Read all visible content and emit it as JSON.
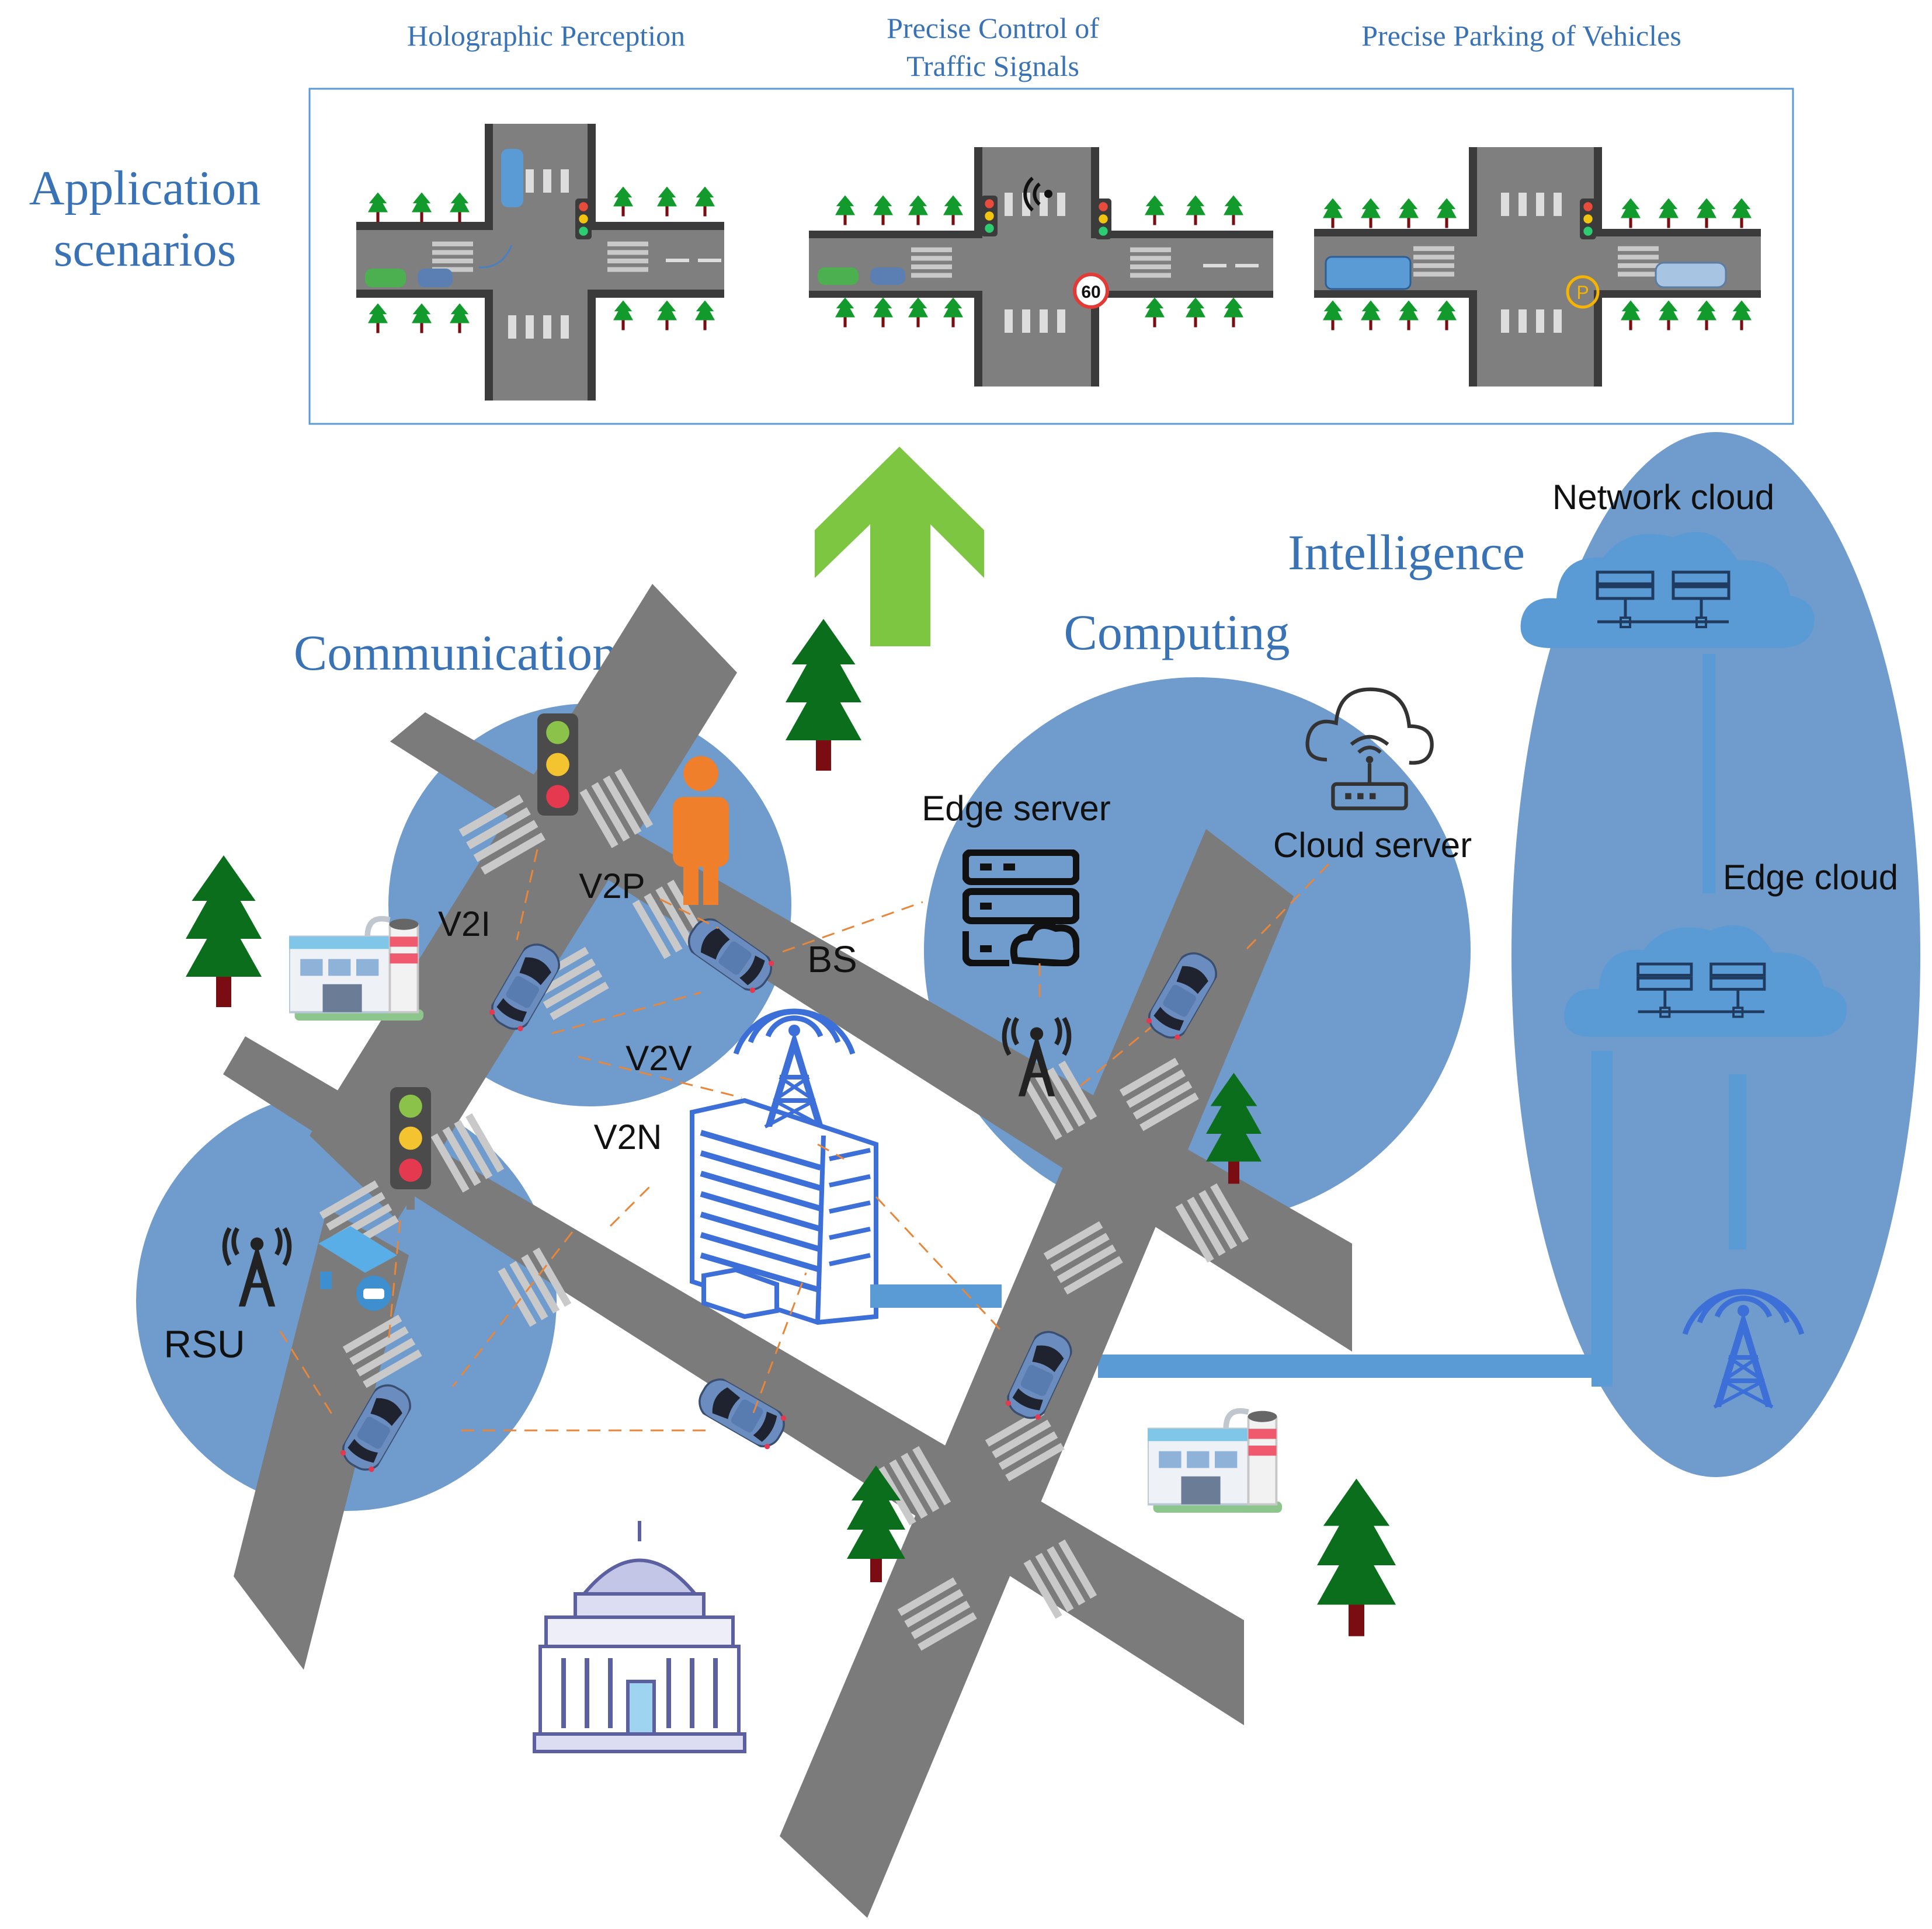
{
  "scenarios": {
    "title_line1": "Application",
    "title_line2": "scenarios",
    "items": [
      {
        "label_line1": "Holographic Perception",
        "label_line2": ""
      },
      {
        "label_line1": "Precise Control of",
        "label_line2": "Traffic Signals"
      },
      {
        "label_line1": "Precise Parking of Vehicles",
        "label_line2": ""
      }
    ],
    "speed_limit": "60",
    "parking_sign": "P"
  },
  "layers": {
    "communication": "Communication",
    "computing": "Computing",
    "intelligence": "Intelligence"
  },
  "links": {
    "v2p": "V2P",
    "v2i": "V2I",
    "v2v": "V2V",
    "v2n": "V2N"
  },
  "nodes": {
    "bs": "BS",
    "rsu": "RSU",
    "edge_server": "Edge server",
    "cloud_server": "Cloud server",
    "network_cloud": "Network cloud",
    "edge_cloud": "Edge cloud"
  },
  "colors": {
    "accent_blue": "#3a73b5",
    "zone_blue": "#6f9bcd",
    "road_gray": "#7b7b7b",
    "arrow_green": "#7dc642",
    "link_orange": "#e8863a",
    "tree_green": "#0b6e1d"
  }
}
